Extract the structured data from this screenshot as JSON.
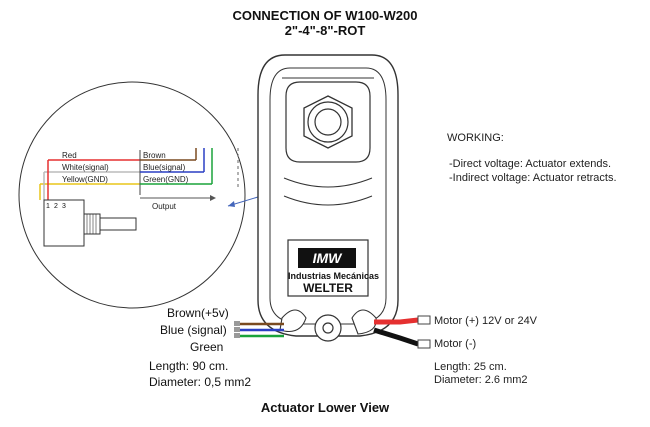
{
  "header": {
    "title_line1": "CONNECTION OF W100-W200",
    "title_line2": "2\"-4\"-8\"-ROT"
  },
  "working": {
    "heading": "WORKING:",
    "direct": "-Direct voltage: Actuator extends.",
    "indirect": "-Indirect voltage: Actuator retracts."
  },
  "detail": {
    "left_wires": [
      "Red",
      "White(signal)",
      "Yellow(GND)"
    ],
    "right_wires": [
      "Brown",
      "Blue(signal)",
      "Green(GND)"
    ],
    "output_label": "Output",
    "pot_pins": [
      "1",
      "2",
      "3"
    ]
  },
  "logo": {
    "brand": "IMW",
    "company": "Industrias Mecánicas",
    "name": "WELTER"
  },
  "left_cable": {
    "brown": "Brown(+5v)",
    "blue": "Blue (signal)",
    "green": "Green",
    "length": "Length: 90 cm.",
    "diameter": "Diameter: 0,5 mm2"
  },
  "right_cable": {
    "motor_plus": "Motor (+) 12V or 24V",
    "motor_minus": "Motor (-)",
    "length": "Length: 25 cm.",
    "diameter": "Diameter: 2.6 mm2"
  },
  "caption": "Actuator Lower View",
  "colors": {
    "red": "#e53030",
    "white": "#d8d8d8",
    "yellow": "#e8c51a",
    "brown": "#7a4a20",
    "blue": "#2a3fc4",
    "green": "#1aa33a",
    "black": "#111111"
  }
}
